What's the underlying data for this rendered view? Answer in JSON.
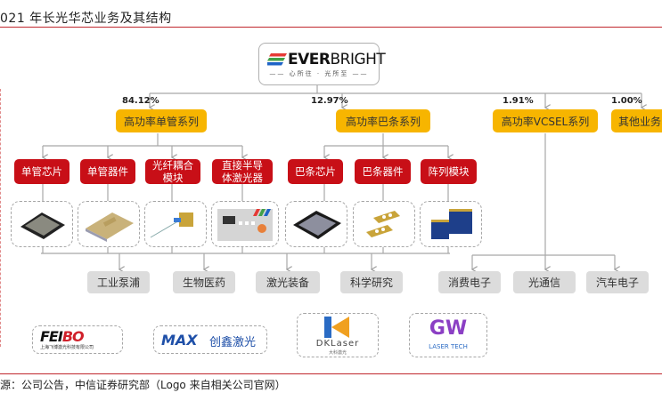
{
  "figure": {
    "title": "021 年长光华芯业务及其结构",
    "source": "源：公司公告，中信证券研究部（Logo 来自相关公司官网）"
  },
  "root": {
    "brand": "EVERBRIGHT",
    "brand_bold": "EVER",
    "brand_light": "BRIGHT",
    "slogan": "—— 心所往 · 光所至 ——",
    "logo_colors": [
      "#e53935",
      "#43a047",
      "#1e63c6"
    ]
  },
  "series": [
    {
      "label": "高功率单管系列",
      "share": "84.12%"
    },
    {
      "label": "高功率巴条系列",
      "share": "12.97%"
    },
    {
      "label": "高功率VCSEL系列",
      "share": "1.91%"
    },
    {
      "label": "其他业务",
      "share": "1.00%"
    }
  ],
  "products": [
    {
      "label": "单管芯片",
      "series": "高功率单管系列",
      "icon": "chip-image"
    },
    {
      "label": "单管器件",
      "series": "高功率单管系列",
      "icon": "device-image"
    },
    {
      "label": "光纤耦合模块",
      "series": "高功率单管系列",
      "icon": "fiber-module-image"
    },
    {
      "label": "直接半导体激光器",
      "series": "高功率单管系列",
      "icon": "laser-unit-image"
    },
    {
      "label": "巴条芯片",
      "series": "高功率巴条系列",
      "icon": "bar-chip-image"
    },
    {
      "label": "巴条器件",
      "series": "高功率巴条系列",
      "icon": "bar-device-image"
    },
    {
      "label": "阵列模块",
      "series": "高功率巴条系列",
      "icon": "array-module-image"
    }
  ],
  "product_lines": {
    "p2_line1": "光纤耦合",
    "p2_line2": "模块",
    "p3_line1": "直接半导",
    "p3_line2": "体激光器"
  },
  "applications": [
    "工业泵浦",
    "生物医药",
    "激光装备",
    "科学研究",
    "消费电子",
    "光通信",
    "汽车电子"
  ],
  "customers": [
    {
      "name": "FEIBO",
      "caption": "上海飞博激光科技有限公司"
    },
    {
      "name": "MAX",
      "caption": "创鑫激光"
    },
    {
      "name": "DKLaser",
      "caption": "大科激光"
    },
    {
      "name": "GW",
      "caption": "LASER TECH"
    }
  ],
  "colors": {
    "series_fill": "#f7b500",
    "product_fill": "#c80f17",
    "app_fill": "#dcdcdc",
    "rule": "#c0272d",
    "connector": "#a0a0a0"
  }
}
